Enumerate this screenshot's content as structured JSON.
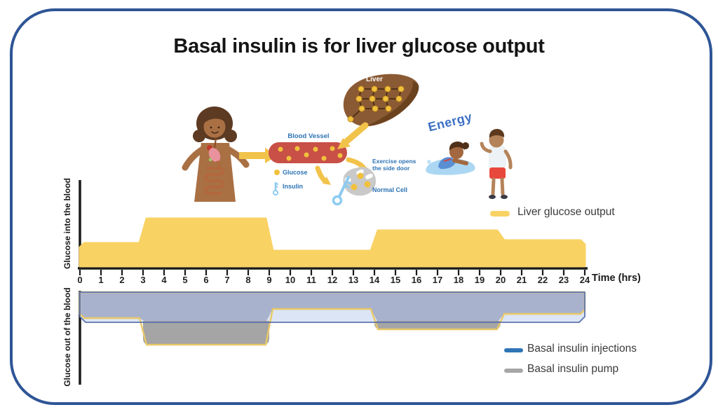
{
  "title": "Basal insulin is for liver glucose output",
  "diagram_labels": {
    "liver": "Liver",
    "blood_vessel": "Blood Vessel",
    "glucose": "Glucose",
    "insulin": "Insulin",
    "exercise_note": "Exercise opens the side door",
    "normal_cell": "Normal Cell",
    "energy": "Energy"
  },
  "axes": {
    "x_label": "Time (hrs)",
    "x_ticks": [
      "0",
      "1",
      "2",
      "3",
      "4",
      "5",
      "6",
      "7",
      "8",
      "9",
      "10",
      "11",
      "12",
      "13",
      "14",
      "15",
      "16",
      "17",
      "18",
      "19",
      "20",
      "21",
      "22",
      "23",
      "24"
    ],
    "y_top": "Glucose into the blood",
    "y_bottom": "Glucose out of the blood"
  },
  "legend": {
    "liver_glucose_output": "Liver glucose output",
    "basal_insulin_injections": "Basal insulin injections",
    "basal_insulin_pump": "Basal insulin pump"
  },
  "chart_data": [
    {
      "type": "area",
      "title": "Glucose into the blood",
      "xlabel": "Time (hrs)",
      "xlim": [
        0,
        24
      ],
      "units": "relative level",
      "legend_position": "top-right",
      "series": [
        {
          "name": "Liver glucose output",
          "color": "#F9D264",
          "segments": [
            {
              "start": 0,
              "end": 3,
              "value": 33
            },
            {
              "start": 3,
              "end": 9,
              "value": 68
            },
            {
              "start": 9,
              "end": 14,
              "value": 22
            },
            {
              "start": 14,
              "end": 20,
              "value": 51
            },
            {
              "start": 20,
              "end": 24,
              "value": 37
            }
          ]
        }
      ]
    },
    {
      "type": "area",
      "title": "Glucose out of the blood",
      "xlabel": "Time (hrs)",
      "xlim": [
        0,
        24
      ],
      "orientation": "downward",
      "units": "relative level",
      "legend_position": "bottom-right",
      "series": [
        {
          "name": "Basal insulin injections",
          "color": "#2E75B6",
          "segments": [
            {
              "start": 0,
              "end": 24,
              "value": 43
            }
          ]
        },
        {
          "name": "Basal insulin pump",
          "color": "#A6A6A6",
          "segments": [
            {
              "start": 0,
              "end": 3,
              "value": 37
            },
            {
              "start": 3,
              "end": 9,
              "value": 75
            },
            {
              "start": 9,
              "end": 14,
              "value": 24
            },
            {
              "start": 14,
              "end": 20,
              "value": 53
            },
            {
              "start": 20,
              "end": 24,
              "value": 31
            }
          ]
        }
      ]
    }
  ],
  "colors": {
    "frame_border": "#2E5596",
    "glucose_yellow": "#F9D264",
    "arrow_yellow": "#F2C34A",
    "band_fill": "#DCE5F5",
    "band_border": "#5D73AD",
    "overlap_fill": "#A9B2CD",
    "pump_fill": "#A5A5A5",
    "pump_outline": "#E9C967",
    "injection_blue": "#2E75B6",
    "pump_gray": "#A6A6A6",
    "label_blue": "#2E74B5",
    "vessel_red": "#C85047",
    "axis_black": "#1A1A1A"
  }
}
